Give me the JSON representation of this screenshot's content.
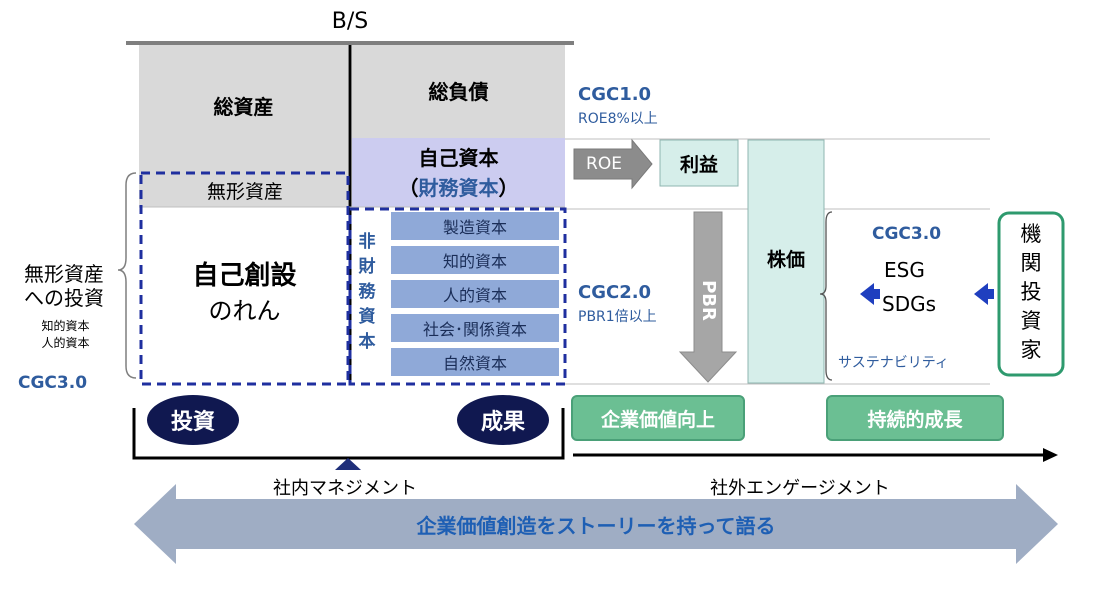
{
  "bs_title": "B/S",
  "total_assets": "総資産",
  "total_liabilities": "総負債",
  "equity_line1": "自己資本",
  "equity_paren_open": "（",
  "equity_line2": "財務資本",
  "equity_paren_close": "）",
  "intangible_assets": "無形資産",
  "goodwill_line1": "自己創設",
  "goodwill_line2": "のれん",
  "nonfinancial_label": [
    "非",
    "財",
    "務",
    "資",
    "本"
  ],
  "nonfinancial_capitals": [
    "製造資本",
    "知的資本",
    "人的資本",
    "社会･関係資本",
    "自然資本"
  ],
  "left_label": {
    "line1": "無形資産",
    "line2": "への投資",
    "line3": "知的資本",
    "line4": "人的資本",
    "cgc": "CGC3.0"
  },
  "cgc1": {
    "title": "CGC1.0",
    "sub": "ROE8%以上"
  },
  "roe_arrow": "ROE",
  "profit": "利益",
  "stock_price": "株価",
  "pbr_arrow": "PBR",
  "cgc2": {
    "title": "CGC2.0",
    "sub": "PBR1倍以上"
  },
  "cgc3_right": "CGC3.0",
  "esg": "ESG",
  "sdgs": "SDGs",
  "sustainability": "サステナビリティ",
  "institutional_investors": [
    "機",
    "関",
    "投",
    "資",
    "家"
  ],
  "investment_oval": "投資",
  "results_oval": "成果",
  "enterprise_value_up": "企業価値向上",
  "sustainable_growth": "持続的成長",
  "internal_management": "社内マネジメント",
  "external_engagement": "社外エンゲージメント",
  "story_banner": "企業価値創造をストーリーを持って語る",
  "colors": {
    "gray_block": "#d9d9d9",
    "equity_lavender": "#ccccf0",
    "capital_blue": "#8fa9d8",
    "navy": "#101850",
    "green": "#6bbf93",
    "teal_light": "#d6eeea",
    "banner_gray": "#9fadc4",
    "text_blue": "#2f5c9e"
  }
}
